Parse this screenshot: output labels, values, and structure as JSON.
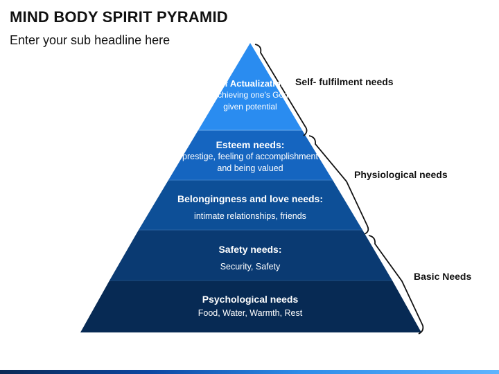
{
  "title": "MIND BODY SPIRIT PYRAMID",
  "subtitle": "Enter your sub headline here",
  "levels": [
    {
      "title": "Self Actualization:",
      "desc": "Achieving one's God given potential",
      "color": "#2a8cf0"
    },
    {
      "title": "Esteem needs:",
      "desc": "prestige, feeling of accomplishment and being valued",
      "color": "#1565c0"
    },
    {
      "title": "Belongingness and love needs:",
      "desc": "intimate relationships, friends",
      "color": "#0d4f97"
    },
    {
      "title": "Safety needs:",
      "desc": "Security, Safety",
      "color": "#0a3a72"
    },
    {
      "title": "Psychological needs",
      "desc": "Food, Water, Warmth, Rest",
      "color": "#072a54"
    }
  ],
  "side_labels": {
    "top": "Self- fulfilment needs",
    "middle": "Physiological needs",
    "bottom": "Basic Needs"
  }
}
